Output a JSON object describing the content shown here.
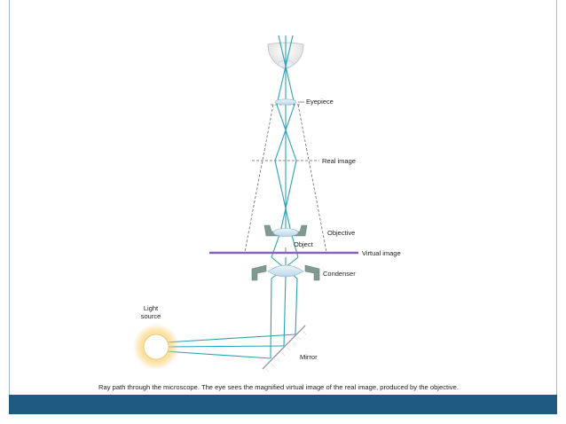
{
  "labels": {
    "eyepiece": "Eyepiece",
    "real_image": "Real image",
    "objective": "Objective",
    "object": "Object",
    "virtual_image": "Virtual image",
    "condenser": "Condenser",
    "light_source_line1": "Light",
    "light_source_line2": "source",
    "mirror": "Mirror"
  },
  "caption": "Ray path through the microscope. The eye sees the magnified virtual image of the real image, produced by the objective.",
  "colors": {
    "ray": "#2aa3b4",
    "virtual_image_line": "#8a63b8",
    "lens_mount": "#7f9a8f",
    "lens": "#cfe3f1",
    "bottom_bar": "#1f5a82",
    "light_glow": "#f6b93b"
  }
}
